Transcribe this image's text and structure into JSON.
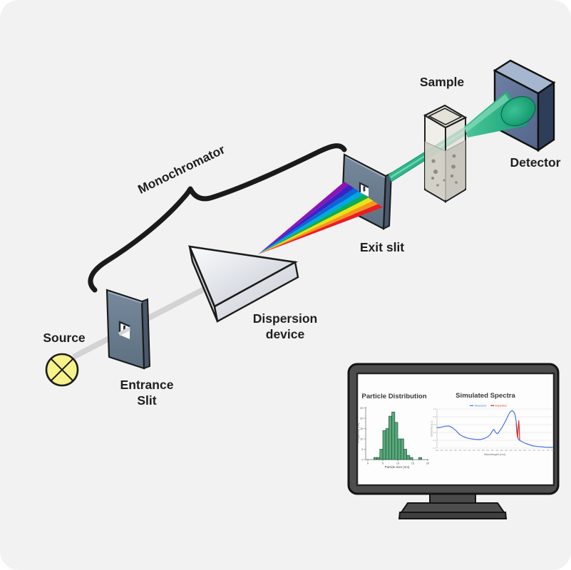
{
  "labels": {
    "source": "Source",
    "entrance_slit_line1": "Entrance",
    "entrance_slit_line2": "Slit",
    "dispersion_line1": "Dispersion",
    "dispersion_line2": "device",
    "monochromator": "Monochromator",
    "exit_slit": "Exit slit",
    "sample": "Sample",
    "detector": "Detector"
  },
  "colors": {
    "background": "#F2F2F3",
    "source_yellow": "#F7F28A",
    "beam_gray": "#D3D3D3",
    "plate_slate": "#6E8093",
    "plate_edge": "#49586B",
    "rainbow": [
      "#8A15B5",
      "#3823C4",
      "#0E62DA",
      "#00A8E2",
      "#0CAE53",
      "#EDE213",
      "#F7941D",
      "#EC1C24"
    ],
    "beam_green": "#2DB187",
    "beam_green_dark": "#0E9E6E",
    "detector_top": "#A6B6CE",
    "detector_front": "#5E7192",
    "detector_side": "#2F3E58",
    "cuvette_glass": "#E9E7DF",
    "liquid_gray": "#CBC9BF",
    "monitor_frame": "#4D4D4D",
    "hist_bar_green": "#58A97B",
    "measured_blue": "#4472E8",
    "expected_red": "#DD2C2C"
  },
  "chart_data": [
    {
      "type": "bar",
      "title": "Particle Distribution",
      "xlabel": "Particle Size (nm)",
      "ylabel": "Frequency (%)",
      "xlim": [
        0,
        20
      ],
      "ylim": [
        0,
        25
      ],
      "x_ticks": [
        0,
        5,
        10,
        15,
        20
      ],
      "y_ticks": [
        0,
        5,
        10,
        15,
        20,
        25
      ],
      "bin_start": 2,
      "bin_width": 1,
      "values": [
        1,
        1,
        5,
        14,
        15,
        21,
        23,
        18,
        10,
        10,
        5,
        2,
        1,
        0,
        0,
        1
      ],
      "bar_color": "#58A97B",
      "grid": false
    },
    {
      "type": "line",
      "title": "Simulated Spectra",
      "xlabel": "Wavelength (nm)",
      "ylabel": "Extinction (a.u.)",
      "xlim": [
        300,
        800
      ],
      "ylim": [
        0,
        1
      ],
      "x_ticks": [
        300,
        320,
        340,
        360,
        380,
        400,
        420,
        440,
        460,
        480,
        500,
        520,
        540,
        560,
        580,
        600,
        620,
        640,
        660,
        680,
        700,
        720,
        740,
        760,
        780,
        800
      ],
      "y_ticks": [
        0,
        0.2,
        0.4,
        0.6,
        0.8,
        1.0
      ],
      "grid": true,
      "legend_position": "top",
      "series": [
        {
          "name": "Measured",
          "color": "#4472E8",
          "points": [
            [
              300,
              0.52
            ],
            [
              318,
              0.535
            ],
            [
              335,
              0.56
            ],
            [
              352,
              0.565
            ],
            [
              365,
              0.53
            ],
            [
              380,
              0.46
            ],
            [
              398,
              0.35
            ],
            [
              415,
              0.29
            ],
            [
              437,
              0.25
            ],
            [
              462,
              0.225
            ],
            [
              487,
              0.22
            ],
            [
              505,
              0.245
            ],
            [
              520,
              0.29
            ],
            [
              532,
              0.36
            ],
            [
              541,
              0.45
            ],
            [
              547,
              0.48
            ],
            [
              553,
              0.41
            ],
            [
              560,
              0.37
            ],
            [
              566,
              0.39
            ],
            [
              572,
              0.45
            ],
            [
              581,
              0.52
            ],
            [
              590,
              0.62
            ],
            [
              599,
              0.72
            ],
            [
              608,
              0.83
            ],
            [
              616,
              0.92
            ],
            [
              625,
              0.96
            ],
            [
              632,
              0.93
            ],
            [
              638,
              0.85
            ],
            [
              642,
              0.72
            ],
            [
              645,
              0.55
            ],
            [
              648,
              0.36
            ],
            [
              651,
              0.25
            ],
            [
              656,
              0.205
            ],
            [
              665,
              0.175
            ],
            [
              680,
              0.13
            ],
            [
              698,
              0.09
            ],
            [
              718,
              0.055
            ],
            [
              742,
              0.04
            ],
            [
              770,
              0.025
            ],
            [
              800,
              0.02
            ]
          ]
        },
        {
          "name": "Expected",
          "color": "#DD2C2C",
          "points": [
            [
              643,
              0.62
            ],
            [
              646,
              0.4
            ],
            [
              649,
              0.27
            ],
            [
              652,
              0.52
            ],
            [
              654,
              0.7
            ],
            [
              656,
              0.54
            ],
            [
              658,
              0.22
            ]
          ]
        }
      ]
    }
  ]
}
